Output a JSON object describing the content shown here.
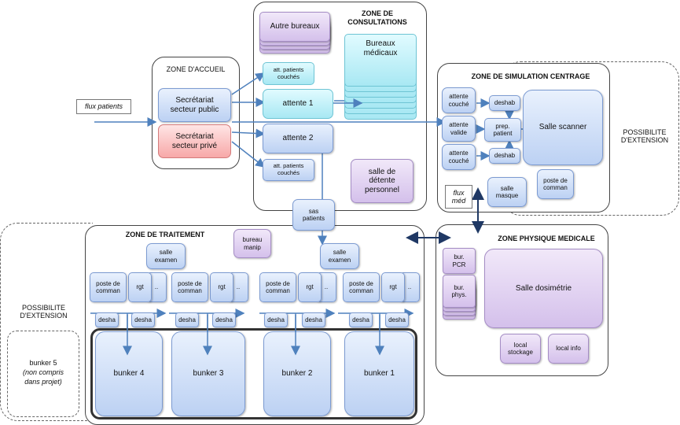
{
  "zones": {
    "accueil": "ZONE D'ACCUEIL",
    "consultations_1": "ZONE DE",
    "consultations_2": "CONSULTATIONS",
    "simulation": "ZONE DE SIMULATION CENTRAGE",
    "traitement": "ZONE DE TRAITEMENT",
    "physique": "ZONE PHYSIQUE MEDICALE"
  },
  "extension": {
    "line1": "POSSIBILITE",
    "line2": "D'EXTENSION"
  },
  "flux_patients": "flux patients",
  "flux_med_1": "flux",
  "flux_med_2": "méd",
  "accueil": {
    "public_1": "Secrétariat",
    "public_2": "secteur public",
    "prive_1": "Secrétariat",
    "prive_2": "secteur privé"
  },
  "consult": {
    "autre_bureaux": "Autre bureaux",
    "bureaux_1": "Bureaux",
    "bureaux_2": "médicaux",
    "att_couches_1": "att. patients",
    "att_couches_2": "couchés",
    "attente1": "attente 1",
    "attente2": "attente 2",
    "detente_1": "salle de",
    "detente_2": "détente",
    "detente_3": "personnel"
  },
  "sas_1": "sas",
  "sas_2": "patients",
  "simulation": {
    "attente_couche_1": "attente",
    "attente_couche_2": "couché",
    "attente_valide_1": "attente",
    "attente_valide_2": "valide",
    "deshab": "deshab",
    "prep_1": "prep.",
    "prep_2": "patient",
    "scanner": "Salle scanner",
    "masque_1": "salle",
    "masque_2": "masque",
    "poste_1": "poste de",
    "poste_2": "comman"
  },
  "traitement": {
    "bureau_1": "bureau",
    "bureau_2": "manip",
    "salle_1": "salle",
    "salle_2": "examen",
    "poste_1": "poste de",
    "poste_2": "comman",
    "rgt": "rgt",
    "dots": "..",
    "desha": "desha",
    "bunkers": [
      "bunker 4",
      "bunker 3",
      "bunker 2",
      "bunker 1"
    ]
  },
  "physique": {
    "pcr_1": "bur.",
    "pcr_2": "PCR",
    "phys_1": "bur.",
    "phys_2": "phys.",
    "dosimetrie": "Salle dosimétrie",
    "stockage_1": "local",
    "stockage_2": "stockage",
    "info": "local info"
  },
  "bunker5": {
    "line1": "bunker 5",
    "line2": "(non compris",
    "line3": "dans projet)"
  },
  "colors": {
    "blue": "#bcd1f3",
    "purple": "#d4c0eb",
    "cyan": "#a8e8f3",
    "red": "#f7a8a8",
    "arrow": "#4f81bd",
    "navy": "#1f3864"
  }
}
